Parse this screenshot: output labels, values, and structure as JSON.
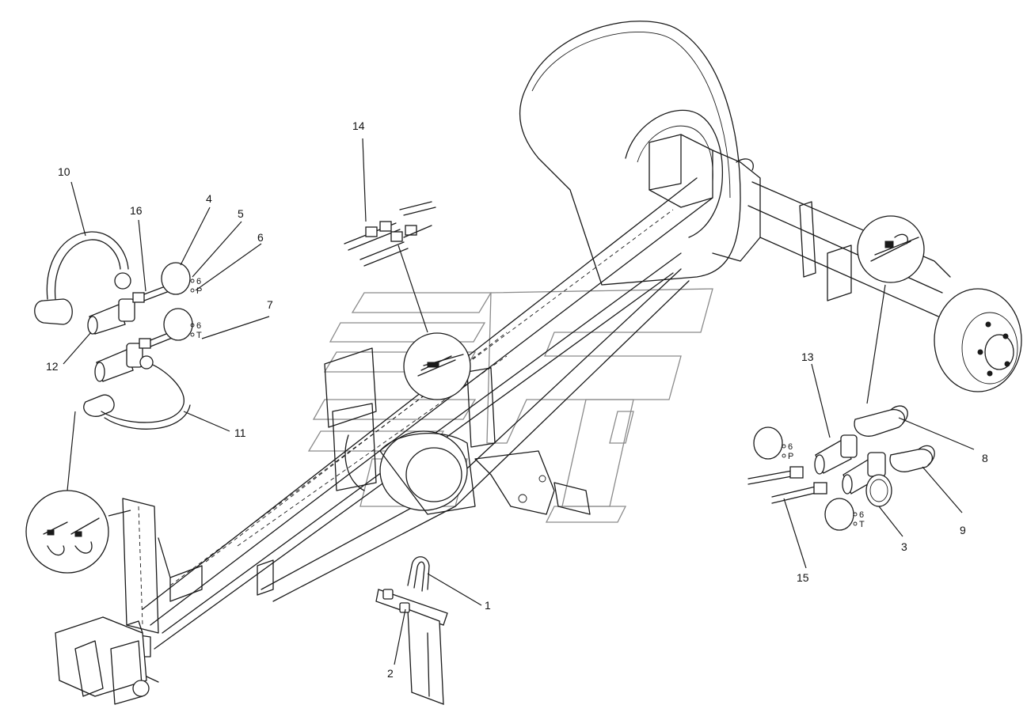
{
  "diagram": {
    "callouts": [
      {
        "id": "c1",
        "label": "1"
      },
      {
        "id": "c2",
        "label": "2"
      },
      {
        "id": "c3",
        "label": "3"
      },
      {
        "id": "c4",
        "label": "4"
      },
      {
        "id": "c5",
        "label": "5"
      },
      {
        "id": "c6",
        "label": "6"
      },
      {
        "id": "c7",
        "label": "7"
      },
      {
        "id": "c8",
        "label": "8"
      },
      {
        "id": "c9",
        "label": "9"
      },
      {
        "id": "c10",
        "label": "10"
      },
      {
        "id": "c11",
        "label": "11"
      },
      {
        "id": "c12",
        "label": "12"
      },
      {
        "id": "c13",
        "label": "13"
      },
      {
        "id": "c14",
        "label": "14"
      },
      {
        "id": "c15",
        "label": "15"
      },
      {
        "id": "c16",
        "label": "16"
      }
    ],
    "tags": {
      "p_left": "P",
      "t_left": "T",
      "p_right": "P",
      "t_right": "T",
      "six": "6"
    },
    "colors": {
      "line": "#1a1a1a",
      "watermark": "#8a8a8a",
      "background": "#ffffff"
    }
  }
}
